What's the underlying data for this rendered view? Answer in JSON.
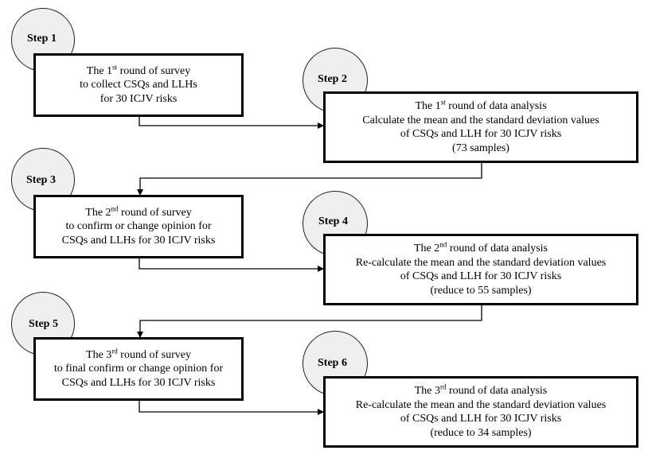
{
  "steps": [
    {
      "label": "Step 1",
      "lines": [
        {
          "pre": "The 1",
          "sup": "st",
          "post": " round of survey"
        },
        {
          "pre": "to collect CSQs and LLHs",
          "sup": "",
          "post": ""
        },
        {
          "pre": "for 30 ICJV risks",
          "sup": "",
          "post": ""
        }
      ]
    },
    {
      "label": "Step 2",
      "lines": [
        {
          "pre": "The 1",
          "sup": "st",
          "post": " round of data analysis"
        },
        {
          "pre": "Calculate the mean and the standard deviation values",
          "sup": "",
          "post": ""
        },
        {
          "pre": "of CSQs and LLH for 30 ICJV risks",
          "sup": "",
          "post": ""
        },
        {
          "pre": "(73 samples)",
          "sup": "",
          "post": ""
        }
      ]
    },
    {
      "label": "Step 3",
      "lines": [
        {
          "pre": "The 2",
          "sup": "nd",
          "post": " round of survey"
        },
        {
          "pre": "to confirm or change opinion for",
          "sup": "",
          "post": ""
        },
        {
          "pre": "CSQs and LLHs for 30 ICJV risks",
          "sup": "",
          "post": ""
        }
      ]
    },
    {
      "label": "Step 4",
      "lines": [
        {
          "pre": "The 2",
          "sup": "nd",
          "post": " round of data analysis"
        },
        {
          "pre": "Re-calculate the mean and the standard deviation values",
          "sup": "",
          "post": ""
        },
        {
          "pre": "of CSQs and LLH for 30 ICJV risks",
          "sup": "",
          "post": ""
        },
        {
          "pre": "(reduce to 55 samples)",
          "sup": "",
          "post": ""
        }
      ]
    },
    {
      "label": "Step 5",
      "lines": [
        {
          "pre": "The 3",
          "sup": "rd",
          "post": " round of survey"
        },
        {
          "pre": "to final confirm or change opinion for",
          "sup": "",
          "post": ""
        },
        {
          "pre": "CSQs and LLHs for 30 ICJV risks",
          "sup": "",
          "post": ""
        }
      ]
    },
    {
      "label": "Step 6",
      "lines": [
        {
          "pre": "The 3",
          "sup": "rd",
          "post": " round of data analysis"
        },
        {
          "pre": "Re-calculate the mean and the standard deviation values",
          "sup": "",
          "post": ""
        },
        {
          "pre": "of CSQs and LLH for 30 ICJV risks",
          "sup": "",
          "post": ""
        },
        {
          "pre": "(reduce to 34 samples)",
          "sup": "",
          "post": ""
        }
      ]
    }
  ],
  "colors": {
    "circle_fill": "#efefef",
    "stroke": "#000000",
    "box_fill": "#ffffff"
  }
}
